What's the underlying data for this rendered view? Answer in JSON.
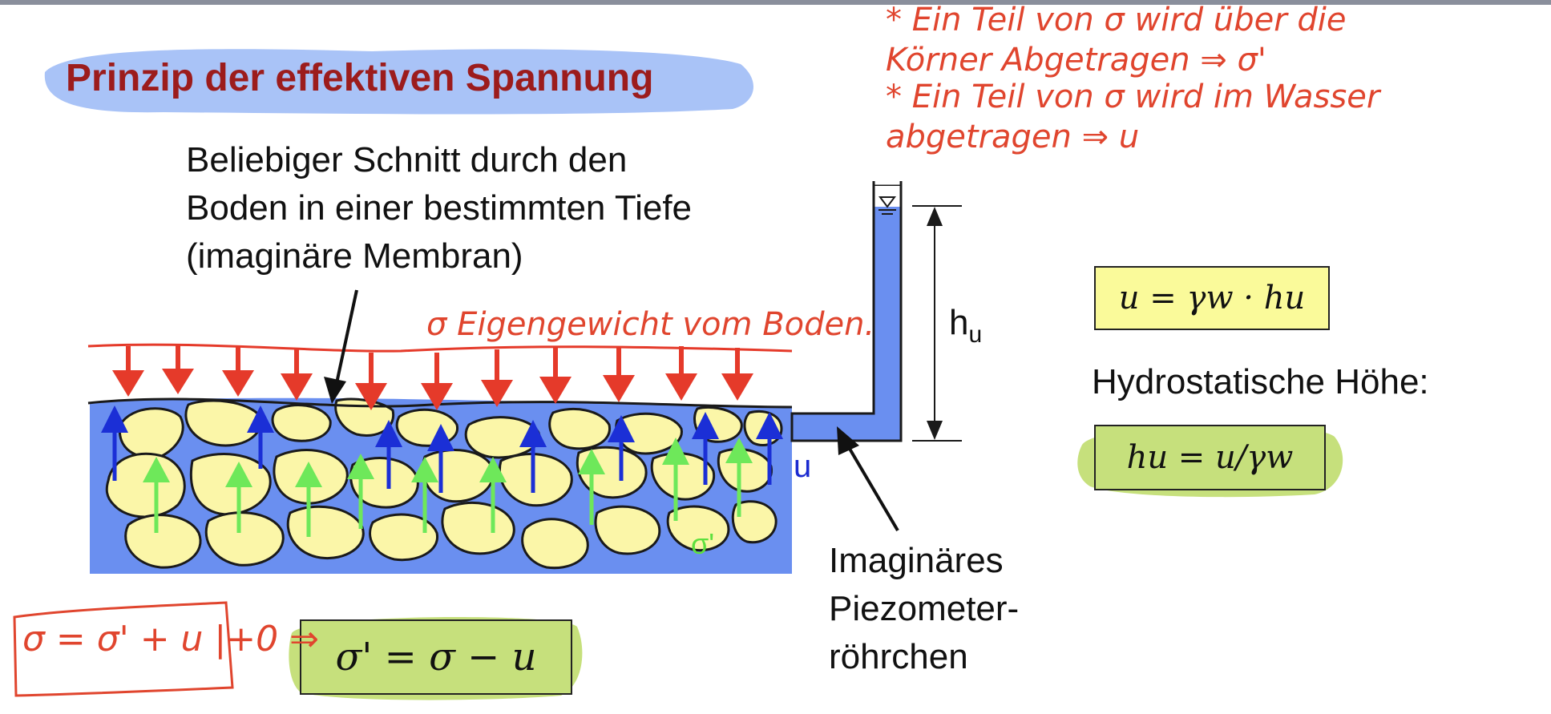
{
  "title": "Prinzip der effektiven Spannung",
  "description_lines": [
    "Beliebiger Schnitt durch den",
    "Boden in einer bestimmten Tiefe",
    "(imaginäre Membran)"
  ],
  "handwritten_notes": {
    "note1_lines": [
      "* Ein Teil von σ wird über die",
      "Körner Abgetragen ⇒ σ'"
    ],
    "note2_lines": [
      "* Ein Teil von σ wird im Wasser",
      "abgetragen ⇒ u"
    ],
    "sigma_label": "σ Eigengewicht vom Boden.",
    "formula": "σ = σ' + u |+0 ⇒"
  },
  "labels": {
    "u": "u",
    "sigma_prime": "σ'",
    "h": "h",
    "h_sub": "u"
  },
  "formulas": {
    "u_eq": "u = γw · hu",
    "hydro_label": "Hydrostatische Höhe:",
    "hu_eq": "hu = u/γw",
    "sigma_prime_eq": "σ' = σ − u"
  },
  "piezometer_lines": [
    "Imaginäres",
    "Piezometer-",
    "röhrchen"
  ],
  "colors": {
    "title": "#9c1c1c",
    "annotation": "#e0452e",
    "water": "#6a8ff0",
    "grain": "#fbf6a8",
    "sigma_arrow": "#e53a2a",
    "u_arrow": "#1b2fd6",
    "sigma_prime_arrow": "#6ee85a",
    "formula_yellow": "#fafa9a",
    "formula_green": "#c6e07c"
  }
}
